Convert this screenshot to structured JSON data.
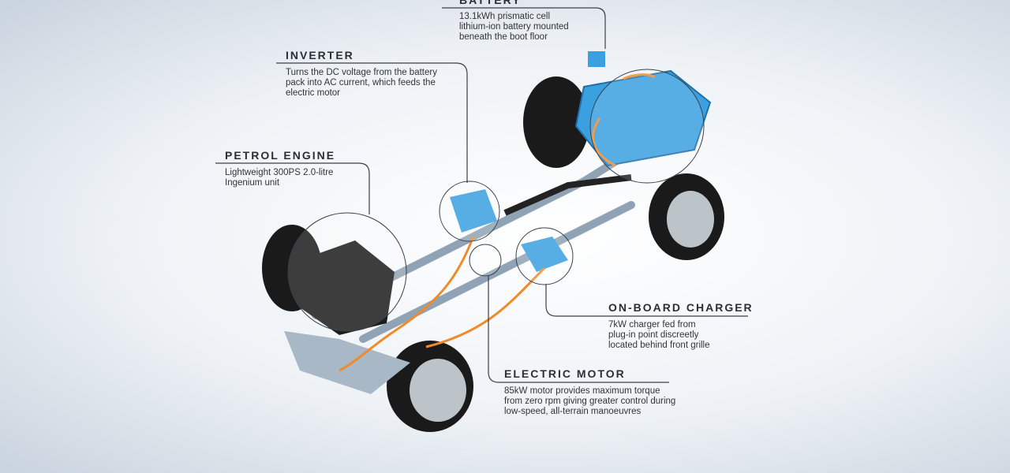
{
  "callouts": {
    "battery": {
      "title": "BATTERY",
      "desc": [
        "13.1kWh prismatic cell",
        "lithium-ion battery mounted",
        "beneath the boot floor"
      ]
    },
    "inverter": {
      "title": "INVERTER",
      "desc": [
        "Turns the DC voltage from the battery",
        "pack into AC current, which feeds the",
        "electric motor"
      ]
    },
    "petrol_engine": {
      "title": "PETROL ENGINE",
      "desc": [
        "Lightweight 300PS 2.0-litre",
        "Ingenium unit"
      ]
    },
    "charger": {
      "title": "ON-BOARD CHARGER",
      "desc": [
        "7kW charger fed from",
        "plug-in point discreetly",
        "located behind front grille"
      ]
    },
    "motor": {
      "title": "ELECTRIC MOTOR",
      "desc": [
        "85kW motor provides maximum torque",
        "from zero rpm giving greater control during",
        "low-speed, all-terrain manoeuvres"
      ]
    }
  },
  "colors": {
    "component_blue": "#3aa0e0",
    "cable_orange": "#f08a2a",
    "line": "#3a4048"
  }
}
